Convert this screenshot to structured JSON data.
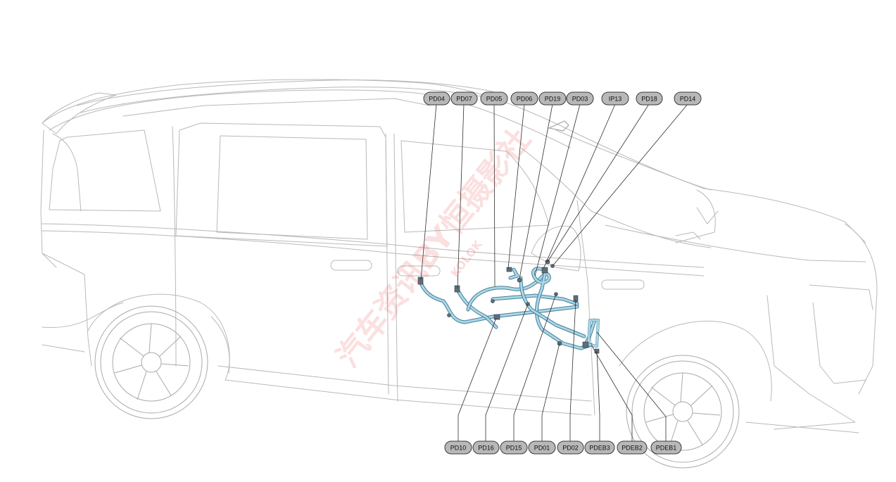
{
  "diagram": {
    "labels_top": [
      "PD04",
      "PD07",
      "PD05",
      "PD06",
      "PD19",
      "PD03",
      "IP13",
      "PD18",
      "PD14"
    ],
    "labels_bottom": [
      "PD10",
      "PD16",
      "PD15",
      "PD01",
      "PD02",
      "PDEB3",
      "PDEB2",
      "PDEB1"
    ],
    "watermark": "汽车资讯BY恒摄影社",
    "watermark_sub": "KOLOK",
    "colors": {
      "harness_fill": "#a8d8ea",
      "harness_outline": "#4a7d93",
      "label_fill": "#b8b8b8",
      "vehicle_outline": "#b9b9b9",
      "watermark": "#e94a4a"
    }
  }
}
